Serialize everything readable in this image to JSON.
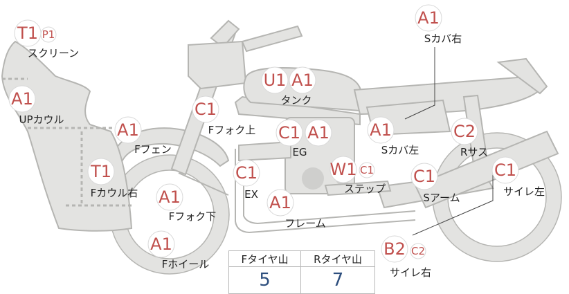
{
  "parts": [
    {
      "id": "screen",
      "label": "スクリーン",
      "codes": [
        {
          "text": "T1",
          "size": "large"
        },
        {
          "text": "P1",
          "size": "small"
        }
      ]
    },
    {
      "id": "up-cowl",
      "label": "UPカウル",
      "codes": [
        {
          "text": "A1",
          "size": "large"
        }
      ]
    },
    {
      "id": "f-fender",
      "label": "Fフェン",
      "codes": [
        {
          "text": "A1",
          "size": "large"
        }
      ]
    },
    {
      "id": "f-cowl-right",
      "label": "Fカウル右",
      "codes": [
        {
          "text": "T1",
          "size": "large"
        }
      ]
    },
    {
      "id": "f-fork-lower",
      "label": "Fフォク下",
      "codes": [
        {
          "text": "A1",
          "size": "large"
        }
      ]
    },
    {
      "id": "f-wheel",
      "label": "Fホイール",
      "codes": [
        {
          "text": "A1",
          "size": "large"
        }
      ]
    },
    {
      "id": "f-fork-upper",
      "label": "Fフォク上",
      "codes": [
        {
          "text": "C1",
          "size": "large"
        }
      ]
    },
    {
      "id": "tank",
      "label": "タンク",
      "codes": [
        {
          "text": "U1",
          "size": "large"
        },
        {
          "text": "A1",
          "size": "large"
        }
      ]
    },
    {
      "id": "engine",
      "label": "EG",
      "codes": [
        {
          "text": "C1",
          "size": "large"
        },
        {
          "text": "A1",
          "size": "large"
        }
      ]
    },
    {
      "id": "exhaust",
      "label": "EX",
      "codes": [
        {
          "text": "C1",
          "size": "large"
        }
      ]
    },
    {
      "id": "frame",
      "label": "フレーム",
      "codes": [
        {
          "text": "A1",
          "size": "large"
        }
      ]
    },
    {
      "id": "step",
      "label": "ステップ",
      "codes": [
        {
          "text": "W1",
          "size": "large"
        },
        {
          "text": "C1",
          "size": "small"
        }
      ]
    },
    {
      "id": "s-cover-left",
      "label": "Sカバ左",
      "codes": [
        {
          "text": "A1",
          "size": "large"
        }
      ]
    },
    {
      "id": "s-cover-right",
      "label": "Sカバ右",
      "codes": [
        {
          "text": "A1",
          "size": "large"
        }
      ]
    },
    {
      "id": "r-suspension",
      "label": "Rサス",
      "codes": [
        {
          "text": "C2",
          "size": "large"
        }
      ]
    },
    {
      "id": "swing-arm",
      "label": "Sアーム",
      "codes": [
        {
          "text": "C1",
          "size": "large"
        }
      ]
    },
    {
      "id": "muffler-left",
      "label": "サイレ左",
      "codes": [
        {
          "text": "C1",
          "size": "large"
        }
      ]
    },
    {
      "id": "muffler-right",
      "label": "サイレ右",
      "codes": [
        {
          "text": "B2",
          "size": "large"
        },
        {
          "text": "C2",
          "size": "small"
        }
      ]
    }
  ],
  "tread": {
    "front_label": "Fタイヤ山",
    "rear_label": "Rタイヤ山",
    "front_value": "5",
    "rear_value": "7"
  },
  "colors": {
    "code": "#c0504d",
    "tread_value": "#2e4f7e",
    "bike_fill": "#e3e3e1"
  }
}
